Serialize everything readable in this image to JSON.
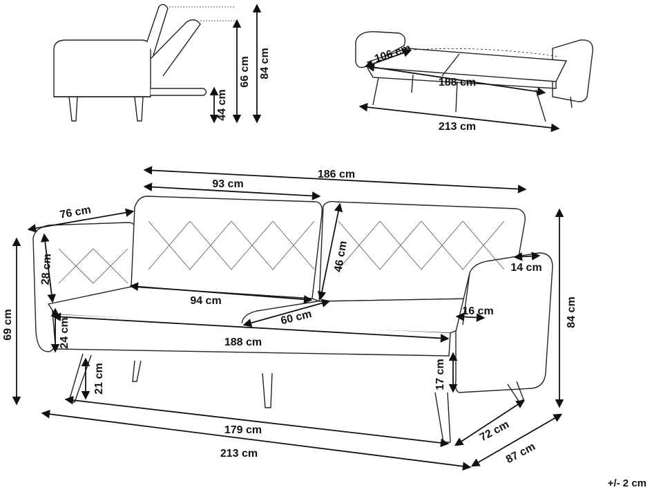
{
  "tolerance": "+/- 2 cm",
  "side_view": {
    "heights": [
      "84 cm",
      "66 cm",
      "44 cm"
    ]
  },
  "bed_view": {
    "depth": "106 cm",
    "length": "188 cm",
    "total_width": "213 cm"
  },
  "main_view": {
    "overall_back_width": "186 cm",
    "back_cushion_width": "93 cm",
    "armrest_depth": "76 cm",
    "seat_width_each": "94 cm",
    "back_height": "46 cm",
    "armrest_inner_height": "28 cm",
    "seat_depth": "60 cm",
    "seat_length": "188 cm",
    "seat_thickness": "24 cm",
    "arm_height": "69 cm",
    "total_height": "84 cm",
    "arm_width": "14 cm",
    "arm_top_width": "16 cm",
    "leg_height_left": "21 cm",
    "leg_height_right": "17 cm",
    "leg_span": "179 cm",
    "total_width": "213 cm",
    "leg_depth": "72 cm",
    "total_depth": "87 cm"
  }
}
